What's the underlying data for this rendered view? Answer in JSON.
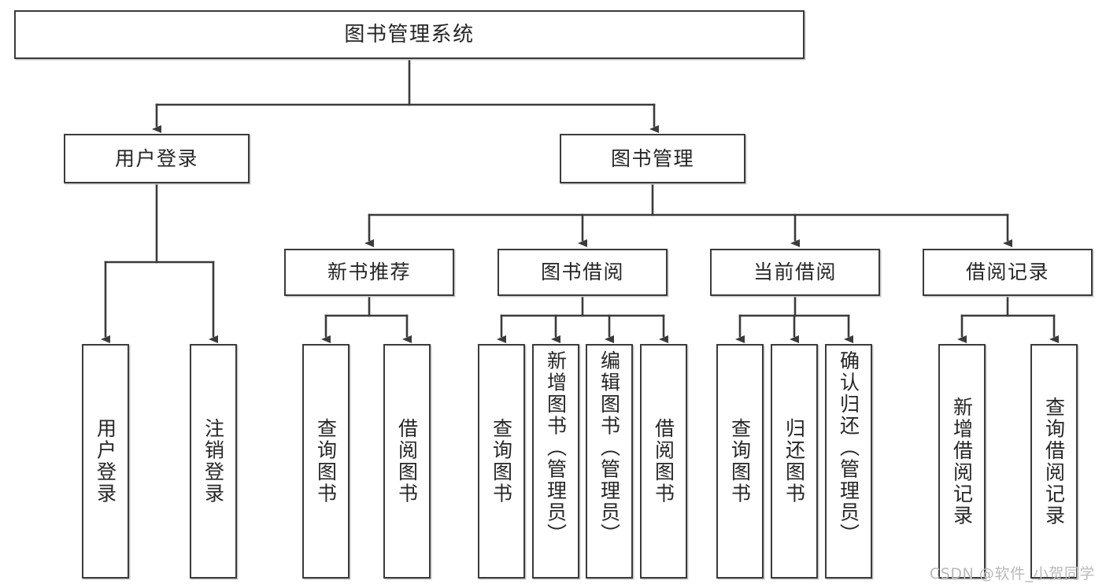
{
  "diagram": {
    "title": "图书管理系统",
    "type": "tree",
    "orientation": "top-down",
    "colors": {
      "node_border": "#3b3b3b",
      "node_fill": "#ffffff",
      "edge": "#3b3b3b",
      "text": "#262626",
      "watermark": "#b9b9b9",
      "background": "#ffffff"
    },
    "root": {
      "id": "root",
      "label": "图书管理系统",
      "orientation": "horizontal"
    },
    "level2": [
      {
        "id": "user-login",
        "label": "用户登录",
        "orientation": "horizontal"
      },
      {
        "id": "book-manage",
        "label": "图书管理",
        "orientation": "horizontal"
      }
    ],
    "level3": [
      {
        "id": "new-book-recommend",
        "label": "新书推荐",
        "orientation": "horizontal",
        "parent": "book-manage"
      },
      {
        "id": "book-borrow",
        "label": "图书借阅",
        "orientation": "horizontal",
        "parent": "book-manage"
      },
      {
        "id": "current-borrow",
        "label": "当前借阅",
        "orientation": "horizontal",
        "parent": "book-manage"
      },
      {
        "id": "borrow-record",
        "label": "借阅记录",
        "orientation": "horizontal",
        "parent": "book-manage"
      }
    ],
    "leaves": [
      {
        "id": "leaf-user-login",
        "label": "用户登录",
        "parent": "user-login",
        "orientation": "vertical"
      },
      {
        "id": "leaf-user-logout",
        "label": "注销登录",
        "parent": "user-login",
        "orientation": "vertical"
      },
      {
        "id": "leaf-query-book-rec",
        "label": "查询图书",
        "parent": "new-book-recommend",
        "orientation": "vertical"
      },
      {
        "id": "leaf-borrow-book-rec",
        "label": "借阅图书",
        "parent": "new-book-recommend",
        "orientation": "vertical"
      },
      {
        "id": "leaf-query-book-bor",
        "label": "查询图书",
        "parent": "book-borrow",
        "orientation": "vertical"
      },
      {
        "id": "leaf-add-book",
        "label": "新增图书（管理员）",
        "parent": "book-borrow",
        "orientation": "vertical"
      },
      {
        "id": "leaf-edit-book",
        "label": "编辑图书（管理员）",
        "parent": "book-borrow",
        "orientation": "vertical"
      },
      {
        "id": "leaf-borrow-book",
        "label": "借阅图书",
        "parent": "book-borrow",
        "orientation": "vertical"
      },
      {
        "id": "leaf-query-book-cur",
        "label": "查询图书",
        "parent": "current-borrow",
        "orientation": "vertical"
      },
      {
        "id": "leaf-return-book",
        "label": "归还图书",
        "parent": "current-borrow",
        "orientation": "vertical"
      },
      {
        "id": "leaf-confirm-return",
        "label": "确认归还（管理员）",
        "parent": "current-borrow",
        "orientation": "vertical"
      },
      {
        "id": "leaf-add-record",
        "label": "新增借阅记录",
        "parent": "borrow-record",
        "orientation": "vertical"
      },
      {
        "id": "leaf-query-record",
        "label": "查询借阅记录",
        "parent": "borrow-record",
        "orientation": "vertical"
      }
    ],
    "watermark": "CSDN @软件_小贺同学"
  }
}
